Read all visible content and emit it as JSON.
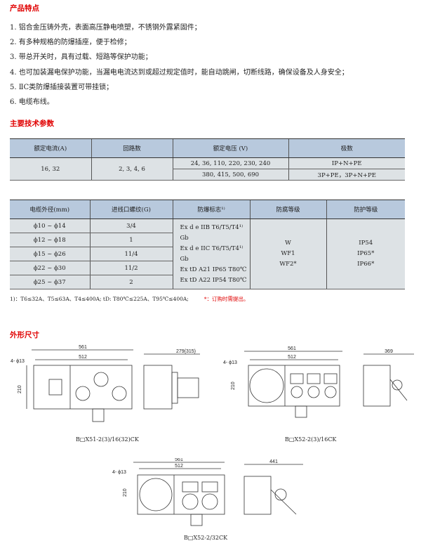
{
  "features": {
    "title": "产品特点",
    "items": [
      "1. 铝合金压铸外壳，表面高压静电喷塑，不锈钢外露紧固件；",
      "2. 有多种规格的防爆插座，便于检修；",
      "3. 带总开关时，具有过载、短路等保护功能；",
      "4. 也可加装漏电保护功能，当漏电电流达到或超过规定值时，能自动跳闸，切断线路，确保设备及人身安全；",
      "5. ⅡC类防爆插接装置可带挂锁；",
      "6. 电缆布线。"
    ]
  },
  "params": {
    "title": "主要技术参数",
    "table1": {
      "headers": [
        "额定电流(A)",
        "回路数",
        "额定电压 (V)",
        "极数"
      ],
      "current": "16, 32",
      "circuits": "2, 3, 4, 6",
      "voltages": [
        "24, 36, 110, 220, 230, 240",
        "380, 415, 500, 690"
      ],
      "poles": [
        "IP+N+PE",
        "3P+PE，3P+N+PE"
      ]
    },
    "table2": {
      "headers": [
        "电缆外径(mm)",
        "进线口螺纹(G)",
        "防爆标志¹⁾",
        "防腐等级",
        "防护等级"
      ],
      "rows": [
        [
          "ϕ10 ~ ϕ14",
          "3/4"
        ],
        [
          "ϕ12 ~ ϕ18",
          "1"
        ],
        [
          "ϕ15 ~ ϕ26",
          "11/4"
        ],
        [
          "ϕ22 ~ ϕ30",
          "11/2"
        ],
        [
          "ϕ25 ~ ϕ37",
          "2"
        ]
      ],
      "marks": [
        "Ex d e IIB T6/T5/T4¹⁾Gb",
        "Ex d e IIC T6/T5/T4¹⁾Gb",
        "Ex tD A21 IP65 T80℃",
        "Ex tD A22 IP54 T80℃"
      ],
      "corrosion": [
        "W",
        "WF1",
        "WF2*"
      ],
      "protection": [
        "IP54",
        "IP65*",
        "IP66*"
      ]
    },
    "footnote": "1)：T6≤32A、T5≤63A、T4≤400A;  tD: T80℃≤225A、T95℃≤400A;",
    "star_note": "*：订购时需提出。"
  },
  "dimensions": {
    "title": "外形尺寸",
    "drawings": [
      {
        "caption": "B□X51-2(3)/16(32)CK",
        "w1": "561",
        "w2": "512",
        "hole": "4- ϕ13",
        "h": "210",
        "depth": "279(315)"
      },
      {
        "caption": "B□X52-2(3)/16CK",
        "w1": "561",
        "w2": "512",
        "hole": "4- ϕ13",
        "h": "210",
        "depth": "369"
      },
      {
        "caption": "B□X52-2/32CK",
        "w1": "561",
        "w2": "512",
        "hole": "4- ϕ13",
        "h": "210",
        "depth": "441"
      }
    ]
  }
}
